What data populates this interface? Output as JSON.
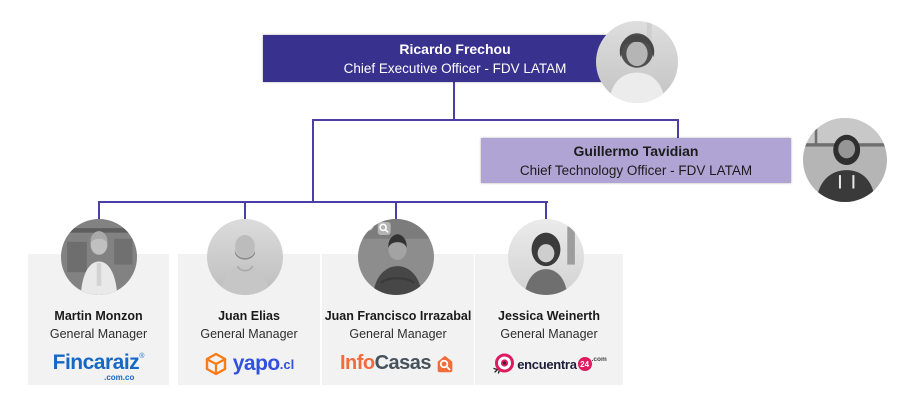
{
  "org": {
    "ceo": {
      "name": "Ricardo Frechou",
      "title": "Chief Executive Officer - FDV LATAM"
    },
    "cto": {
      "name": "Guillermo Tavidian",
      "title": "Chief Technology Officer - FDV LATAM"
    },
    "managers": [
      {
        "name": "Martin Monzon",
        "title": "General Manager",
        "company": "Fincaraiz.com.co"
      },
      {
        "name": "Juan Elias",
        "title": "General Manager",
        "company": "yapo.cl"
      },
      {
        "name": "Juan Francisco Irrazabal",
        "title": "General Manager",
        "company": "InfoCasas"
      },
      {
        "name": "Jessica Weinerth",
        "title": "General Manager",
        "company": "encuentra24.com"
      }
    ]
  },
  "logos": {
    "fincaraiz": {
      "text": "Fincaraiz",
      "reg": "®",
      "suffix": ".com.co",
      "color": "#1668C7"
    },
    "yapo": {
      "text": "yapo",
      "suffix": ".cl",
      "text_color": "#3050E0",
      "icon_color": "#F97B16"
    },
    "infocasas": {
      "part1": "Info",
      "part2": "Casas",
      "part1_color": "#F26C3A",
      "part2_color": "#46525C"
    },
    "encuentra": {
      "text": "encuentra",
      "badge": "24",
      "suffix": ".com",
      "accent": "#E01A5F"
    }
  },
  "colors": {
    "ceo_box": "#39318E",
    "cto_box": "#AFA4D3",
    "connector": "#4B3EA8",
    "card_bg": "#F2F2F2",
    "background": "#FFFFFF"
  }
}
